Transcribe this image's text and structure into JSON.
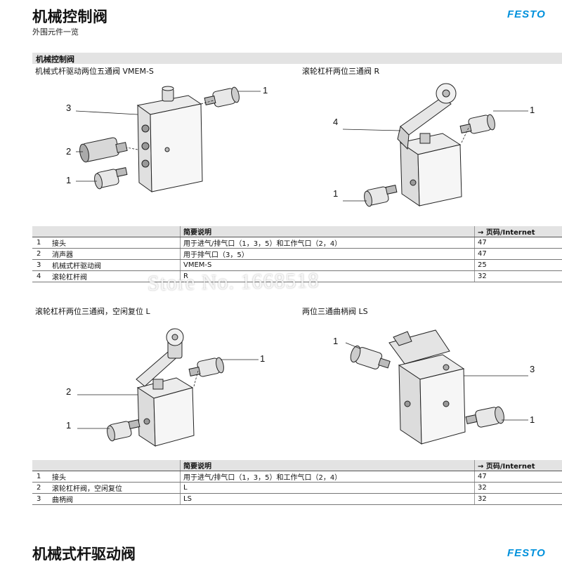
{
  "header": {
    "title": "机械控制阀",
    "subtitle": "外围元件一览",
    "logo": "FESTO"
  },
  "section": {
    "label": "机械控制阀"
  },
  "figures": {
    "vmem": {
      "caption": "机械式杆驱动两位五通阀 VMEM-S",
      "callouts": [
        "3",
        "1",
        "2",
        "1"
      ]
    },
    "r": {
      "caption": "滚轮杠杆两位三通阀 R",
      "callouts": [
        "4",
        "1",
        "1"
      ]
    },
    "l": {
      "caption": "滚轮杠杆两位三通阀，空闲复位 L",
      "callouts": [
        "1",
        "2",
        "1"
      ]
    },
    "ls": {
      "caption": "两位三通曲柄阀 LS",
      "callouts": [
        "1",
        "3",
        "1"
      ]
    }
  },
  "table1": {
    "headers": [
      "",
      "",
      "简要说明",
      "→ 页码/Internet"
    ],
    "rows": [
      {
        "no": "1",
        "name": "接头",
        "desc": "用于进气/排气口（1，3，5）和工作气口（2，4）",
        "page": "47"
      },
      {
        "no": "2",
        "name": "消声器",
        "desc": "用于排气口（3，5）",
        "page": "47"
      },
      {
        "no": "3",
        "name": "机械式杆驱动阀",
        "desc": "VMEM-S",
        "page": "25"
      },
      {
        "no": "4",
        "name": "滚轮杠杆阀",
        "desc": "R",
        "page": "32"
      }
    ]
  },
  "table2": {
    "headers": [
      "",
      "",
      "简要说明",
      "→ 页码/Internet"
    ],
    "rows": [
      {
        "no": "1",
        "name": "接头",
        "desc": "用于进气/排气口（1，3，5）和工作气口（2，4）",
        "page": "47"
      },
      {
        "no": "2",
        "name": "滚轮杠杆阀，空闲复位",
        "desc": "L",
        "page": "32"
      },
      {
        "no": "3",
        "name": "曲柄阀",
        "desc": "LS",
        "page": "32"
      }
    ]
  },
  "watermark": "Store No. 1668518",
  "footer": {
    "title": "机械式杆驱动阀",
    "logo": "FESTO"
  }
}
